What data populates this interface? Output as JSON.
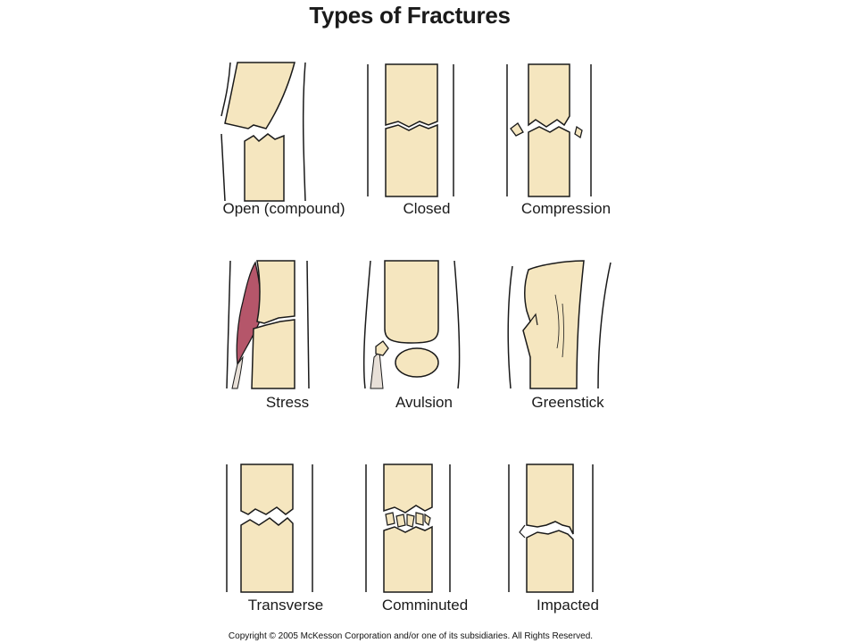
{
  "title": "Types of Fractures",
  "fractures": [
    {
      "label": "Open (compound)"
    },
    {
      "label": "Closed"
    },
    {
      "label": "Compression"
    },
    {
      "label": "Stress"
    },
    {
      "label": "Avulsion"
    },
    {
      "label": "Greenstick"
    },
    {
      "label": "Transverse"
    },
    {
      "label": "Comminuted"
    },
    {
      "label": "Impacted"
    }
  ],
  "copyright": "Copyright © 2005 McKesson Corporation and/or one of its subsidiaries. All Rights Reserved.",
  "colors": {
    "bone": "#f5e6bf",
    "outline": "#1a1a1a",
    "muscle": "#b5566a",
    "tendon": "#e8e0d8"
  }
}
